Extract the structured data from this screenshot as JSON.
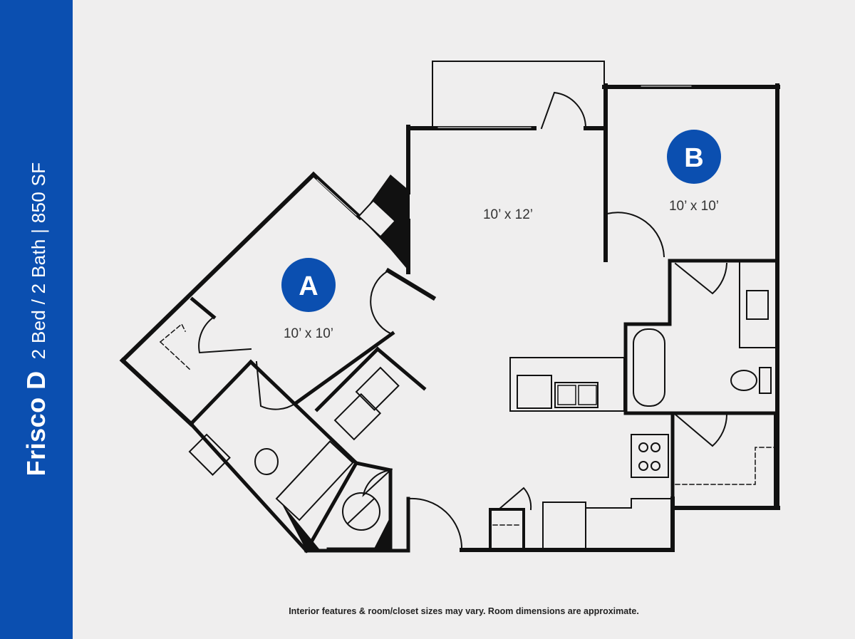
{
  "floorplan": {
    "name": "Frisco D",
    "summary": "2 Bed / 2 Bath | 850 SF",
    "accent_color": "#0b4fb0",
    "rooms": [
      {
        "label": "A",
        "dimensions": "10’ x 10’"
      },
      {
        "label": "B",
        "dimensions": "10’ x 10’"
      },
      {
        "label": "",
        "dimensions": "10’ x 12’"
      }
    ],
    "disclaimer": "Interior features & room/closet sizes may vary. Room dimensions are approximate."
  }
}
